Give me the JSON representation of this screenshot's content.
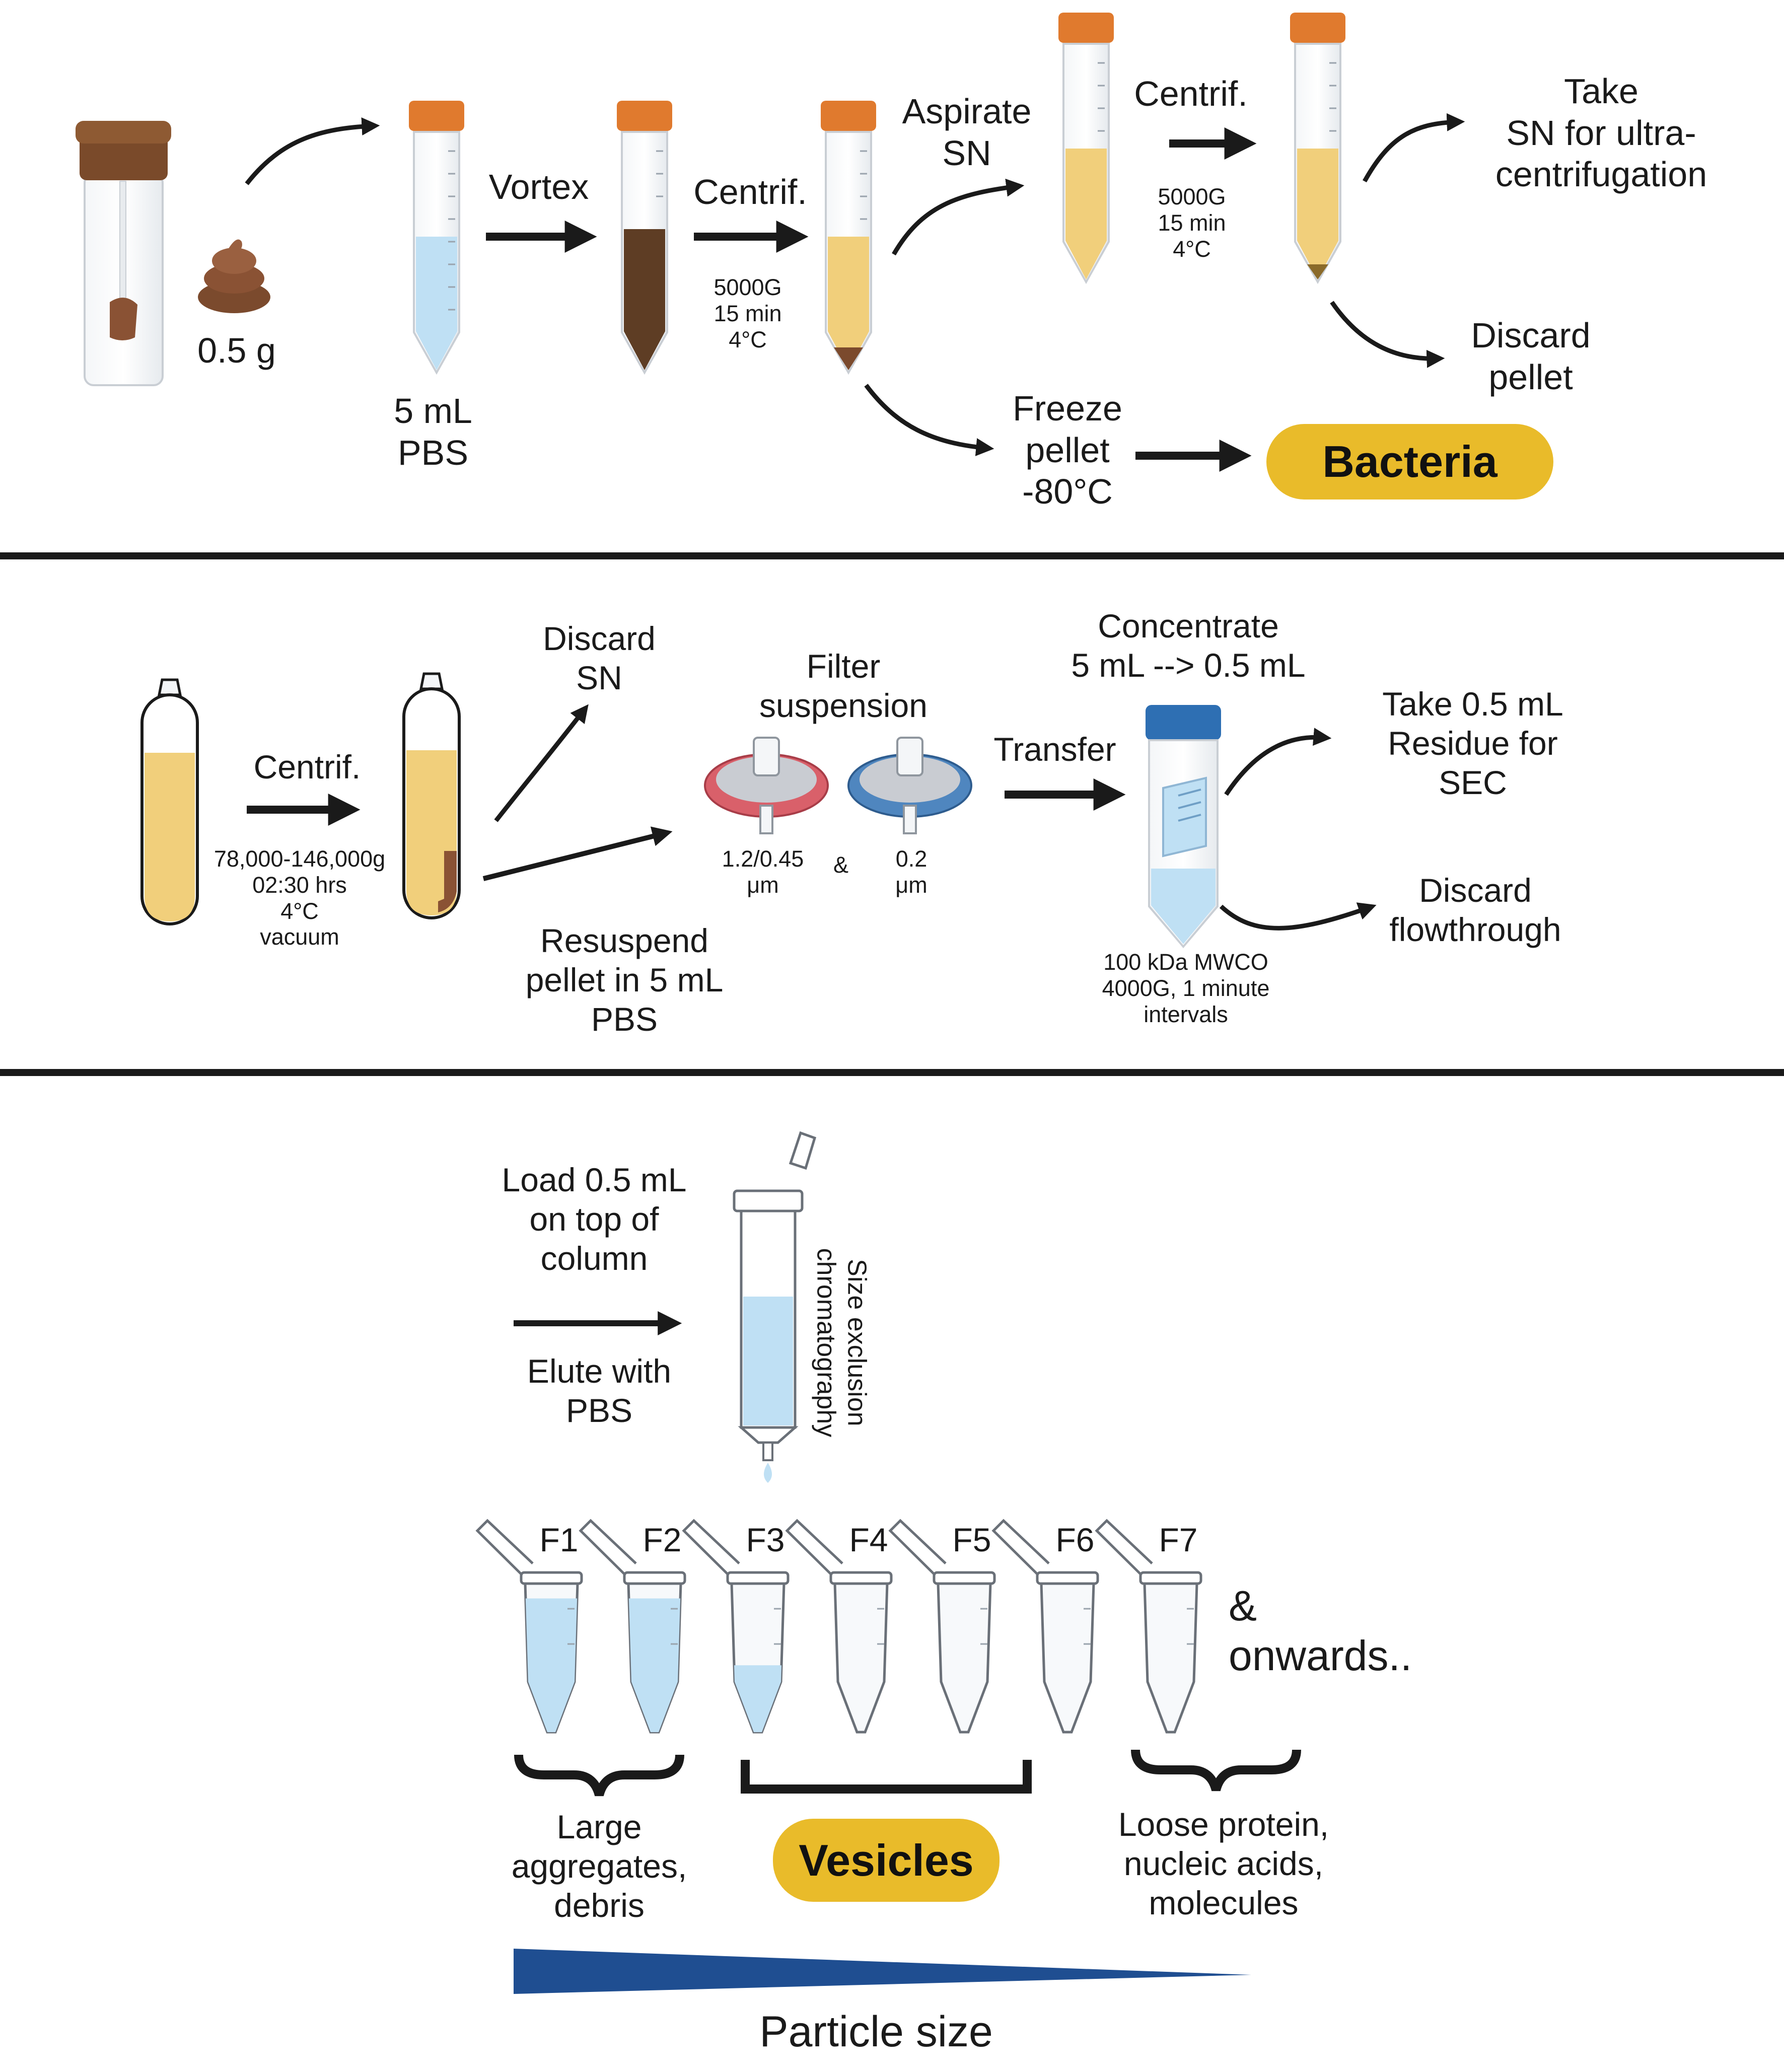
{
  "colors": {
    "background": "#ffffff",
    "accent_yellow": "#E9BB2A",
    "orange_cap": "#E07A2E",
    "stool_brown": "#8a5234",
    "pbs_blue": "#BFE0F4",
    "supernatant_yellow": "#F1CF7B",
    "filter_red": "#D9606A",
    "filter_blue": "#4F86BF",
    "cap_blue": "#2E6FB3",
    "gradient_blue": "#1F4E91"
  },
  "panel1": {
    "mass": "0.5 g",
    "pbs_volume": "5 mL\nPBS",
    "step_vortex": "Vortex",
    "step_centrif_1": "Centrif.",
    "centrif_1_conditions": "5000G\n15 min\n4°C",
    "step_aspirate": "Aspirate\nSN",
    "step_centrif_2": "Centrif.",
    "centrif_2_conditions": "5000G\n15 min\n4°C",
    "take_sn": "Take\nSN for ultra-\ncentrifugation",
    "discard_pellet": "Discard\npellet",
    "freeze_pellet": "Freeze\npellet\n-80°C",
    "bacteria_label": "Bacteria"
  },
  "panel2": {
    "step_centrif": "Centrif.",
    "centrif_conditions": "78,000-146,000g\n02:30 hrs\n4°C\nvacuum",
    "discard_sn": "Discard\nSN",
    "resuspend": "Resuspend\npellet in 5 mL\nPBS",
    "filter_suspension": "Filter\nsuspension",
    "filter_1_size": "1.2/0.45\nμm",
    "ampersand": "&",
    "filter_2_size": "0.2\nμm",
    "transfer": "Transfer",
    "concentrate": "Concentrate\n5 mL --> 0.5 mL",
    "concentrator_spec": "100 kDa MWCO\n4000G, 1 minute\nintervals",
    "take_residue": "Take 0.5 mL\nResidue for\nSEC",
    "discard_flowthrough": "Discard\nflowthrough"
  },
  "panel3": {
    "load": "Load 0.5 mL\non top of\ncolumn",
    "elute": "Elute with\nPBS",
    "sec_label": "Size exclusion\nchromatography",
    "fractions": [
      {
        "label": "F1",
        "fill": 0.9
      },
      {
        "label": "F2",
        "fill": 0.9
      },
      {
        "label": "F3",
        "fill": 0.45
      },
      {
        "label": "F4",
        "fill": 0
      },
      {
        "label": "F5",
        "fill": 0
      },
      {
        "label": "F6",
        "fill": 0
      },
      {
        "label": "F7",
        "fill": 0
      }
    ],
    "onwards": "&\nonwards..",
    "group_large": "Large\naggregates,\ndebris",
    "group_vesicles": "Vesicles",
    "group_loose": "Loose protein,\nnucleic acids,\nmolecules",
    "particle_size": "Particle size"
  }
}
